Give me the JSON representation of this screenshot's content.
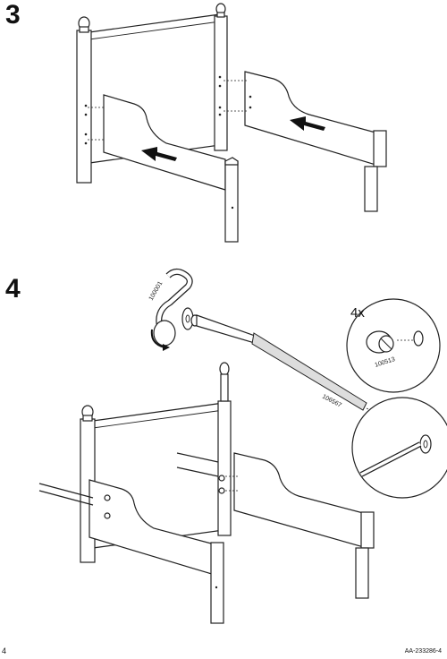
{
  "steps": [
    {
      "number": "3"
    },
    {
      "number": "4"
    }
  ],
  "parts": {
    "allen_key": "100001",
    "cam_nut": "100513",
    "bolt": "106567"
  },
  "quantity": "4x",
  "footer": {
    "page_number": "4",
    "doc_code": "AA-233286-4"
  },
  "icons": [
    "arrow-left-icon",
    "rotate-clockwise-icon"
  ]
}
